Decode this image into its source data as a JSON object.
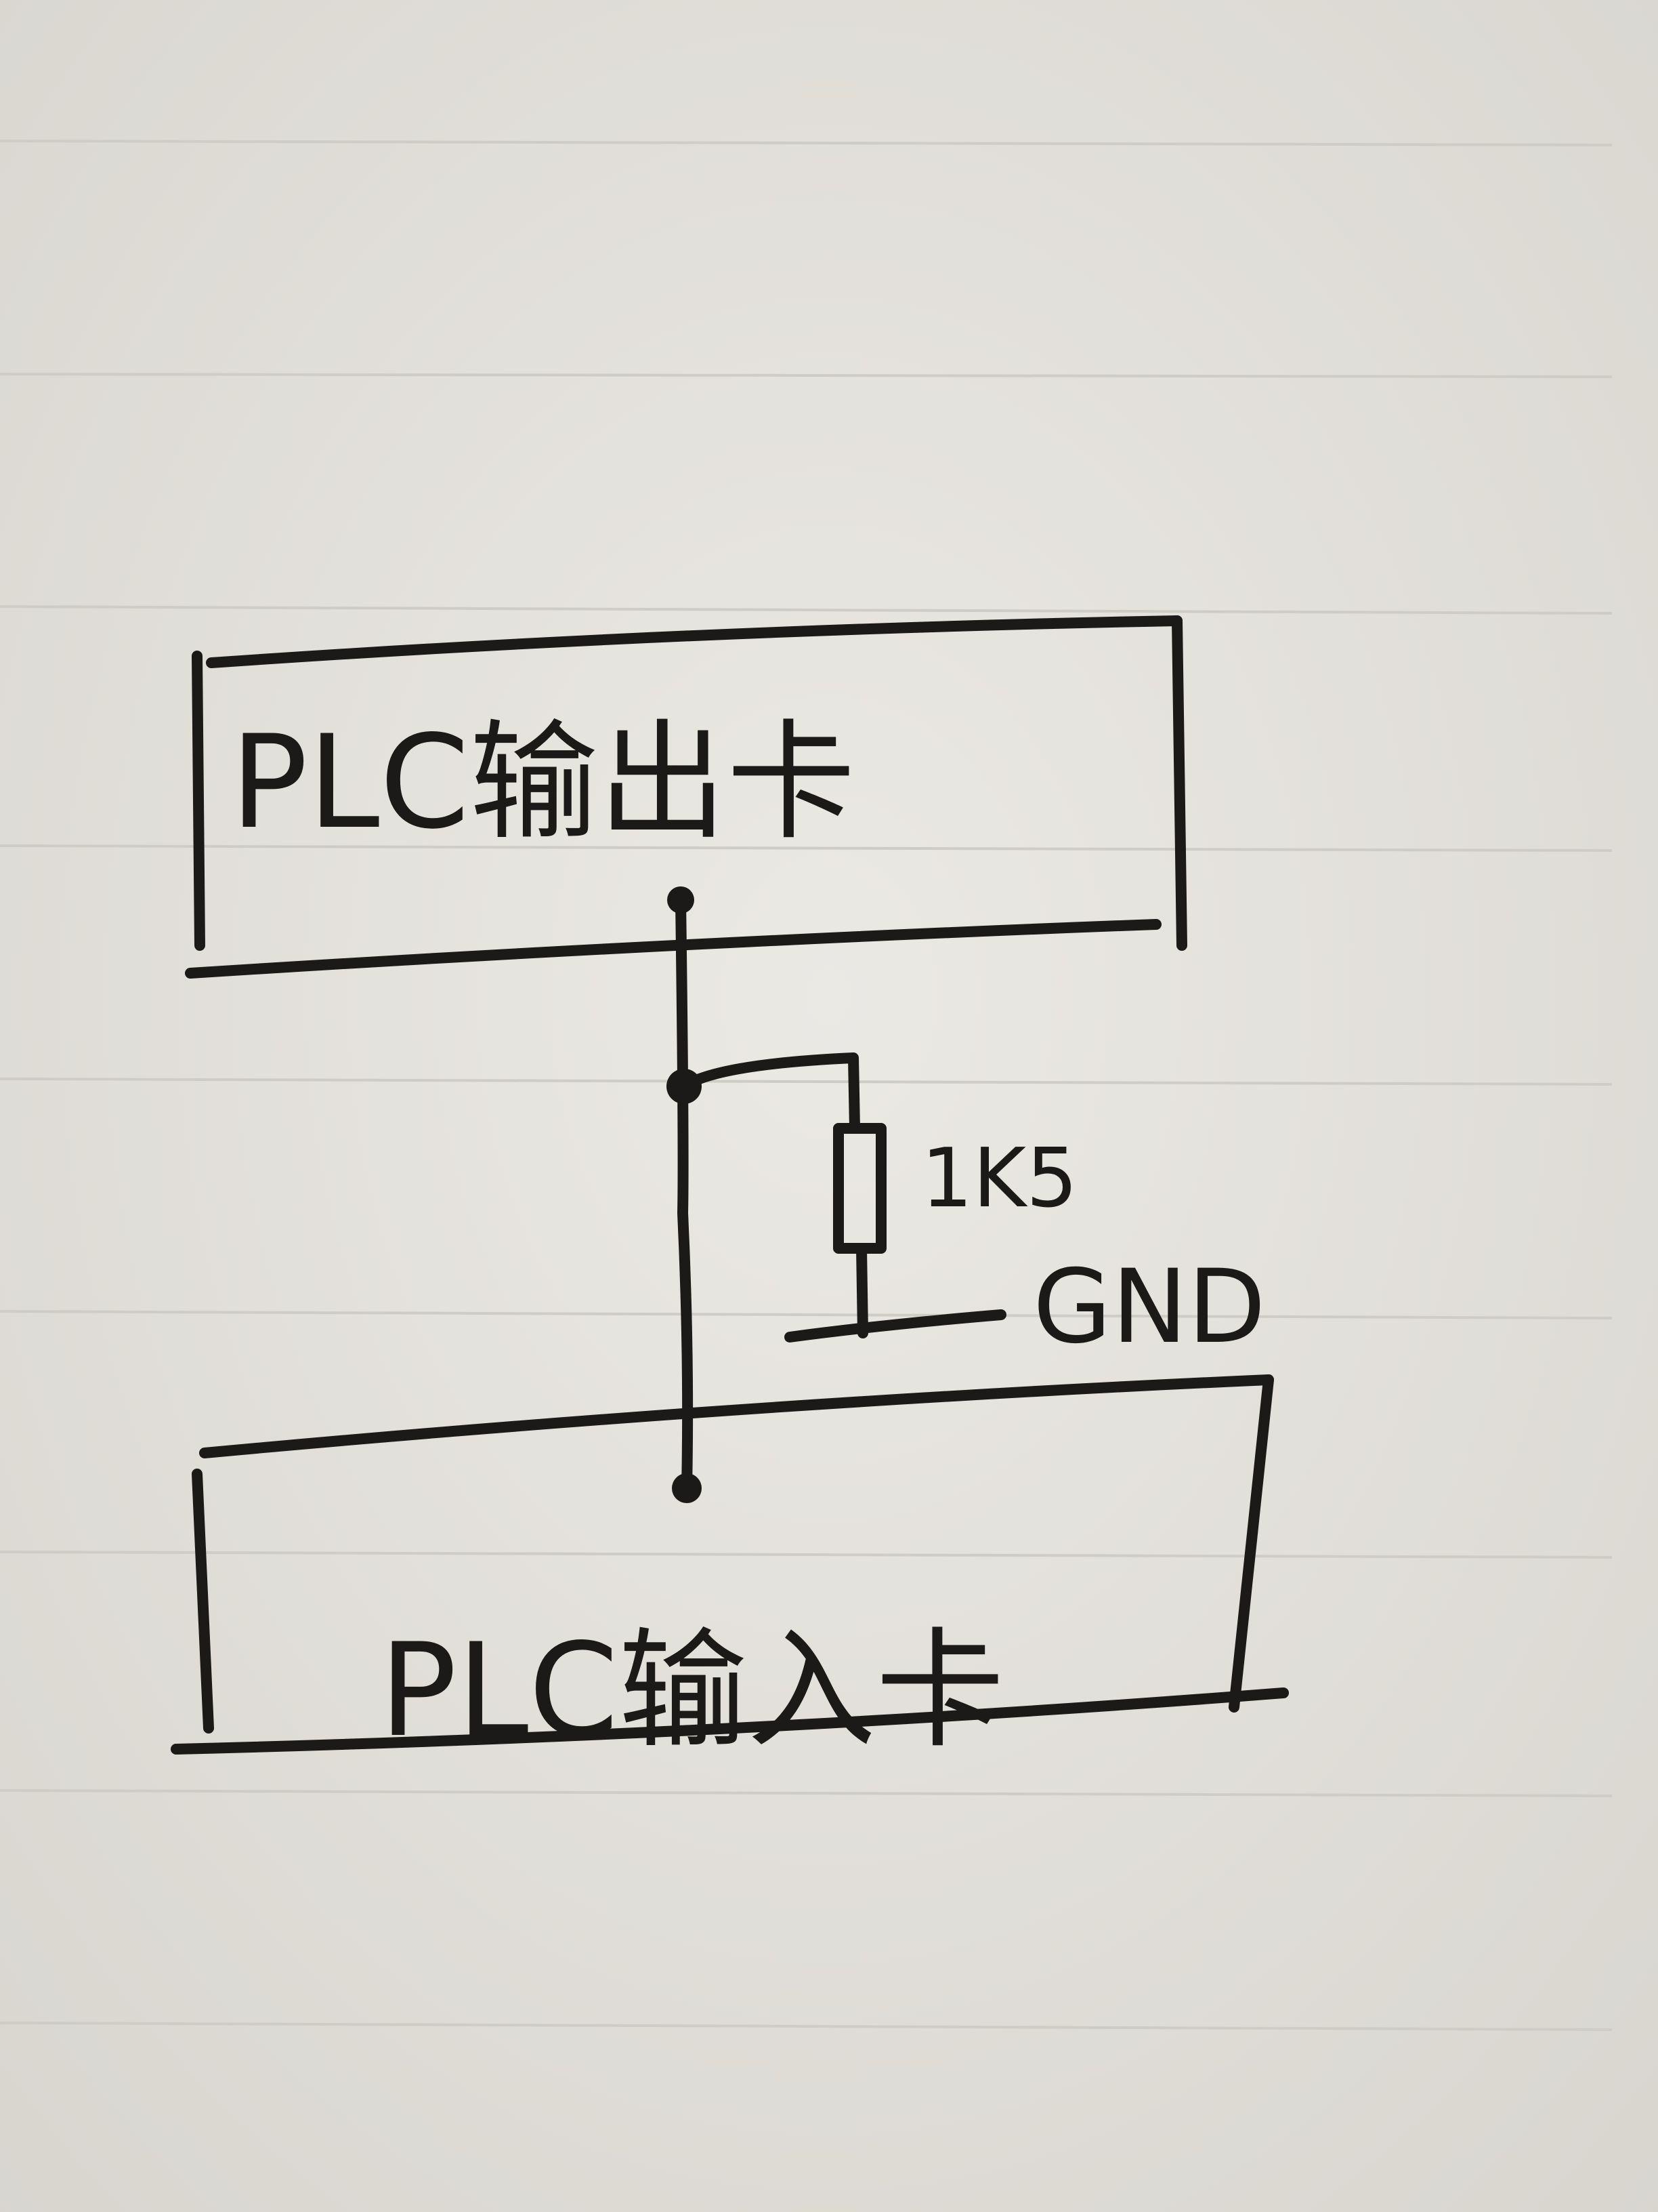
{
  "diagram": {
    "output_card_label": "PLC输出卡",
    "input_card_label": "PLC输入卡",
    "resistor_label": "1K5",
    "ground_label": "GND"
  },
  "colors": {
    "paper": "#e4e2dd",
    "ink": "#1c1a18",
    "rule": "#cfccc6"
  }
}
